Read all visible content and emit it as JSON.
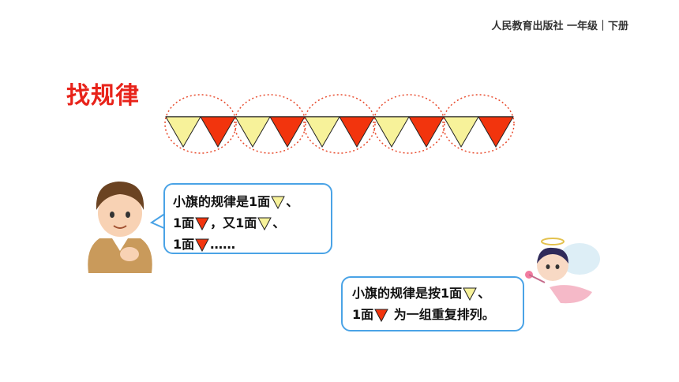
{
  "header": {
    "text": "人民教育出版社 一年级｜下册"
  },
  "title": "找规律",
  "colors": {
    "yellow": "#f7f29a",
    "red": "#f2340d",
    "title": "#e8231a",
    "bubble_border": "#4aa3e6",
    "circle": "#e84a2c"
  },
  "flags": {
    "sequence": [
      "yellow",
      "red",
      "yellow",
      "red",
      "yellow",
      "red",
      "yellow",
      "red",
      "yellow",
      "red"
    ],
    "group_size": 2
  },
  "bubble1": {
    "line1_text": "小旗的规律是1面",
    "line1_end": "、",
    "line2_start": "1面",
    "line2_mid": "，又1面",
    "line2_end": "、",
    "line3_start": "1面",
    "line3_end": "……"
  },
  "bubble2": {
    "line1_text": "小旗的规律是按1面",
    "line1_end": "、",
    "line2_start": "1面",
    "line2_end": " 为一组重复排列。"
  }
}
